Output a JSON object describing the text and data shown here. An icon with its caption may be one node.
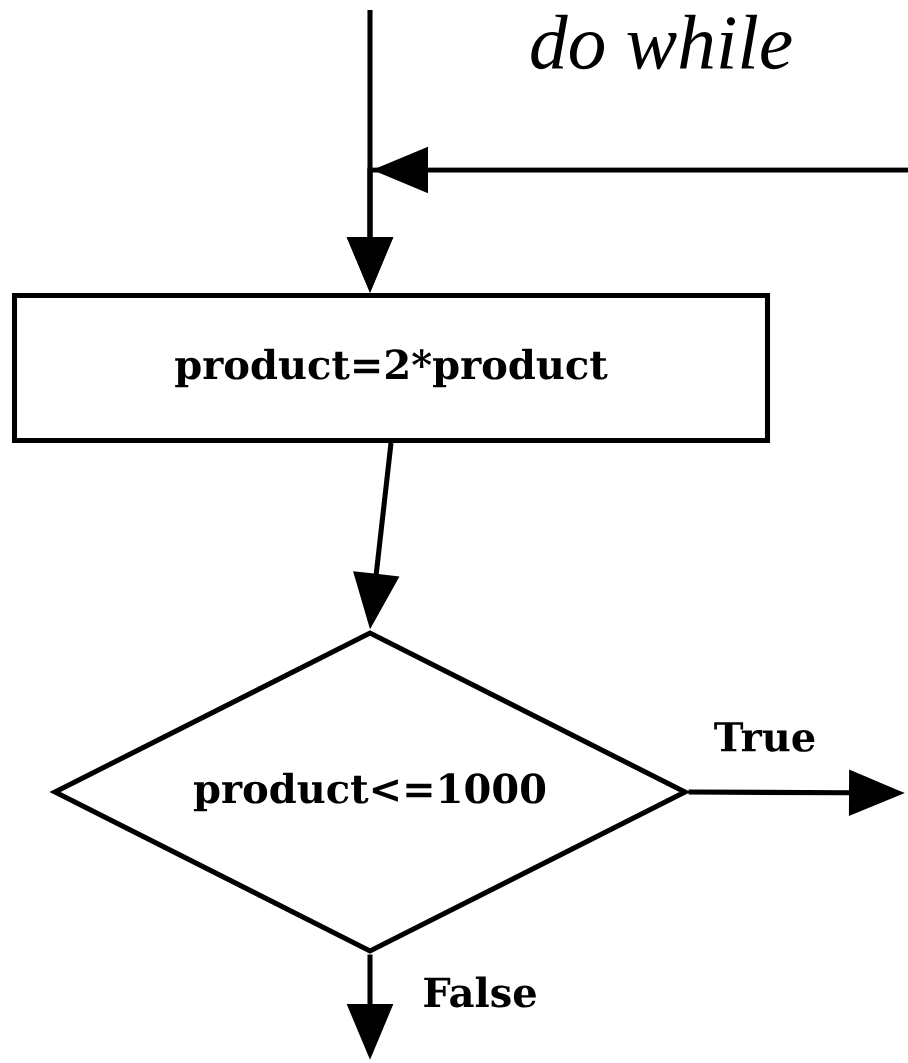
{
  "diagram": {
    "title": "do while",
    "nodes": [
      {
        "text": [
          "product=2*product"
        ]
      },
      {
        "text": [
          "product<=1000"
        ]
      }
    ],
    "edges": [
      {
        "from": null,
        "to": 0,
        "arrow": "to"
      },
      {
        "from": null,
        "to": 0,
        "arrow": "to"
      },
      {
        "from": 0,
        "to": 1,
        "arrow": "to"
      },
      {
        "from": 1,
        "to": null,
        "arrow": "to",
        "label": "True"
      },
      {
        "from": 1,
        "to": null,
        "arrow": "to",
        "label": "False"
      }
    ]
  }
}
